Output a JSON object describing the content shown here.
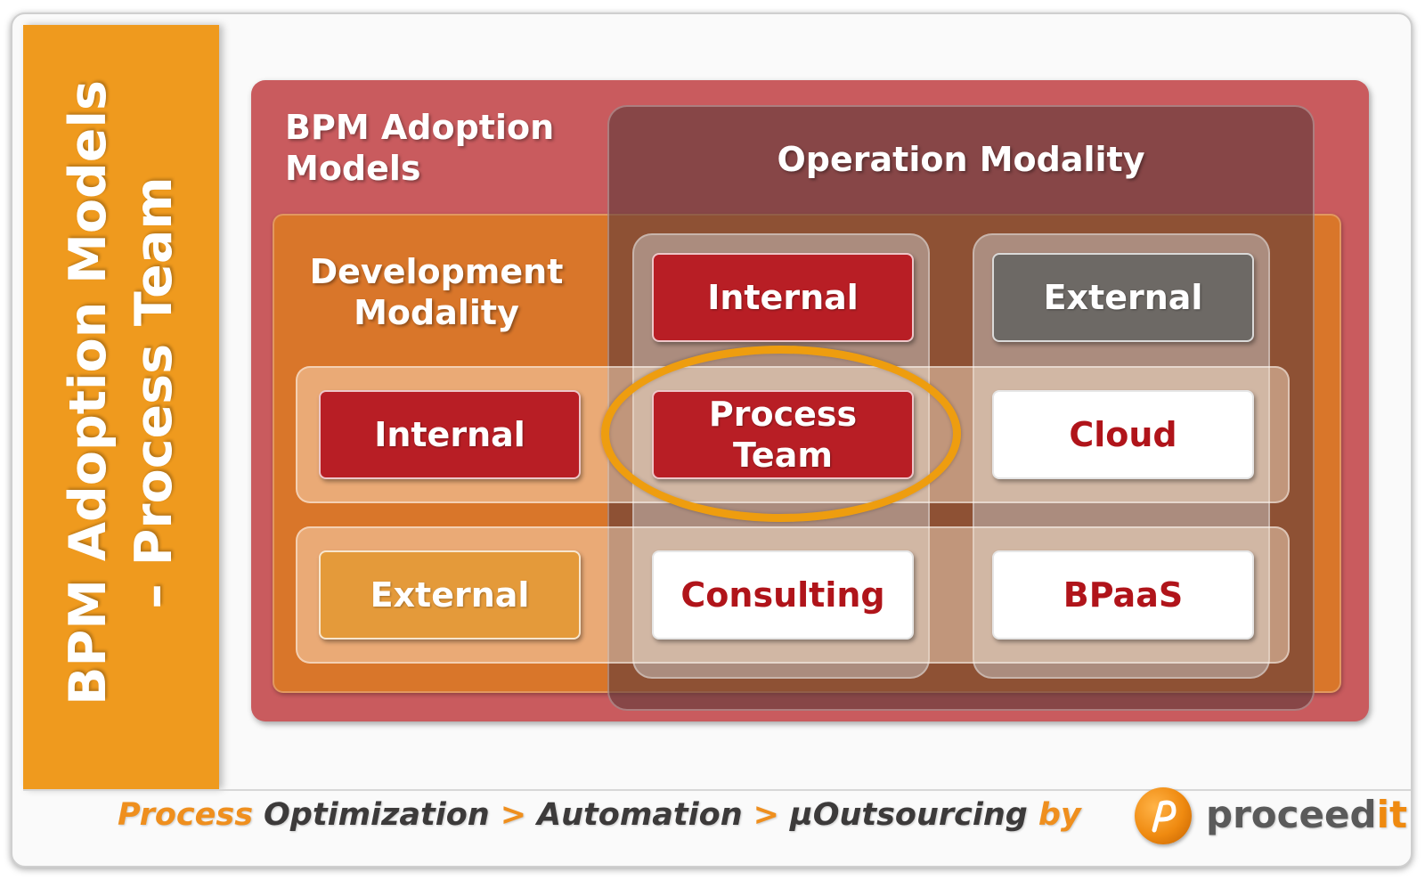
{
  "sidebar": {
    "title": "BPM Adoption Models\n– Process Team"
  },
  "diagram": {
    "outer_title": "BPM Adoption\nModels",
    "operation_title": "Operation Modality",
    "development_title": "Development\nModality",
    "column_headers": {
      "internal": "Internal",
      "external": "External"
    },
    "row_headers": {
      "internal": "Internal",
      "external": "External"
    },
    "cells": {
      "internal_internal": "Process\nTeam",
      "internal_external": "Cloud",
      "external_internal": "Consulting",
      "external_external": "BPaaS"
    },
    "highlighted_cell": "Process Team"
  },
  "footer": {
    "segments": [
      {
        "text": "Process",
        "color": "#ef8f1e"
      },
      {
        "text": "Optimization",
        "color": "#3c3a3a"
      },
      {
        "text": ">",
        "color": "#ef8f1e"
      },
      {
        "text": "Automation",
        "color": "#3c3a3a"
      },
      {
        "text": ">",
        "color": "#ef8f1e"
      },
      {
        "text": "µOutsourcing",
        "color": "#3c3a3a"
      },
      {
        "text": "by",
        "color": "#ef8f1e"
      }
    ],
    "logo": {
      "text_main": "procee",
      "text_accent_d": "d",
      "text_accent_it": "it",
      "icon": "proceedit-logo-icon"
    }
  },
  "colors": {
    "sidebar": "#ef9a1e",
    "outer_box": "#c95b5e",
    "development_box": "#d9762a",
    "red_button": "#b81e25",
    "gray_button": "#6d6965",
    "highlight_ring": "#ee9d0f"
  }
}
